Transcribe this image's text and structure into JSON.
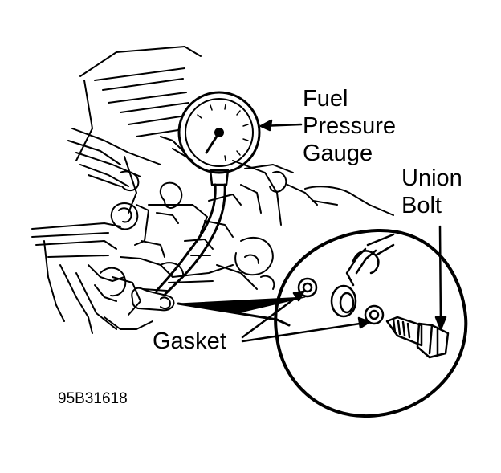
{
  "labels": {
    "gauge": [
      "Fuel",
      "Pressure",
      "Gauge"
    ],
    "union_bolt": [
      "Union",
      "Bolt"
    ],
    "gasket": "Gasket"
  },
  "figure_code": "95B31618",
  "colors": {
    "ink": "#000000",
    "paper": "#ffffff"
  }
}
